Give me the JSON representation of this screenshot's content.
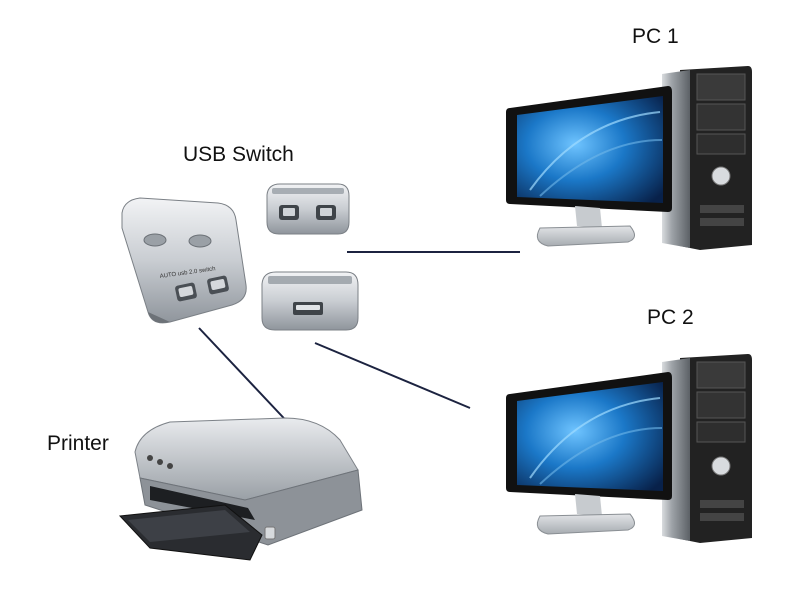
{
  "labels": {
    "usb_switch": "USB Switch",
    "pc1": "PC 1",
    "pc2": "PC 2",
    "printer": "Printer"
  },
  "device_text": {
    "switch_model": "AUTO usb 2.0 switch"
  },
  "colors": {
    "connector_line": "#1c2340",
    "device_silver": "#c8ccd1",
    "tower_dark": "#1a1a1a",
    "screen_blue": "#1f6fb8"
  },
  "icons": {
    "usb_switch": "usb-switch-icon",
    "pc": "desktop-computer-icon",
    "printer": "inkjet-printer-icon"
  }
}
